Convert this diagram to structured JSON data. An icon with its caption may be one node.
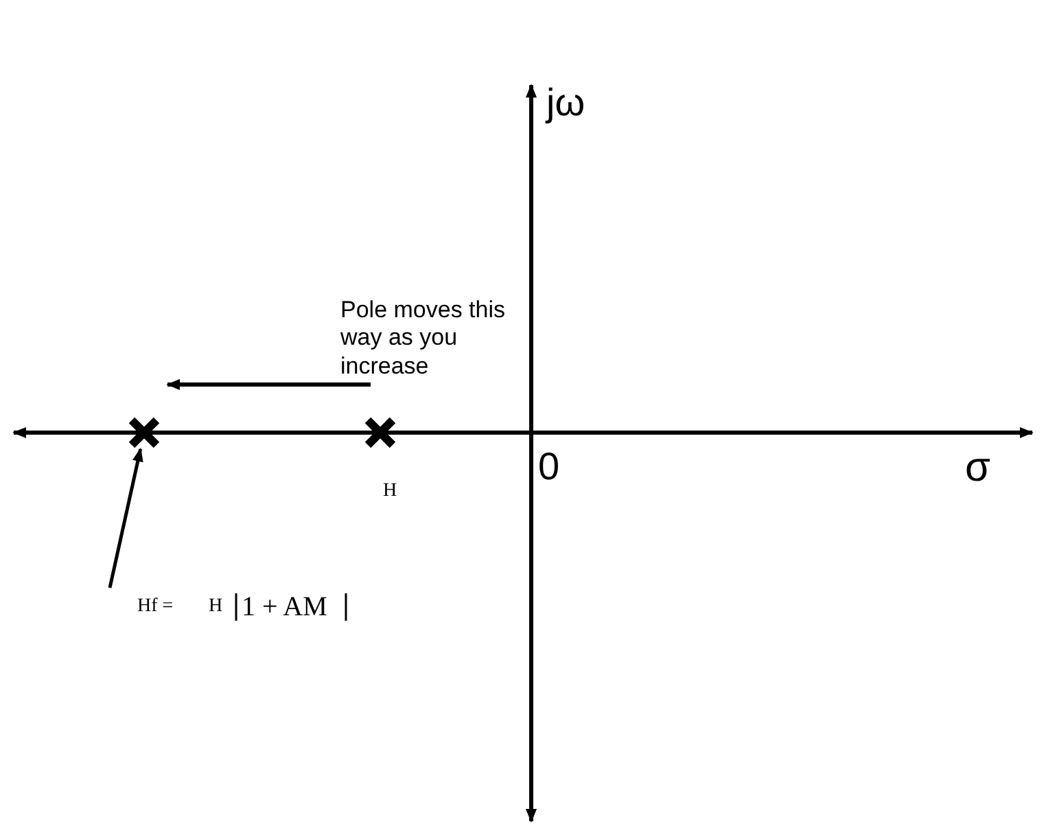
{
  "diagram": {
    "nodes": [
      {
        "text": [],
        "shape": "cross"
      },
      {
        "text": [],
        "shape": "cross"
      },
      {
        "text": [
          "Hf =",
          "H",
          "1 + AM"
        ]
      }
    ],
    "edges": [
      {
        "from": 2,
        "to": 0,
        "arrow": "to"
      }
    ],
    "labels": [
      "jω",
      "Pole moves this way as you increase",
      "0",
      "σ",
      "H"
    ]
  }
}
